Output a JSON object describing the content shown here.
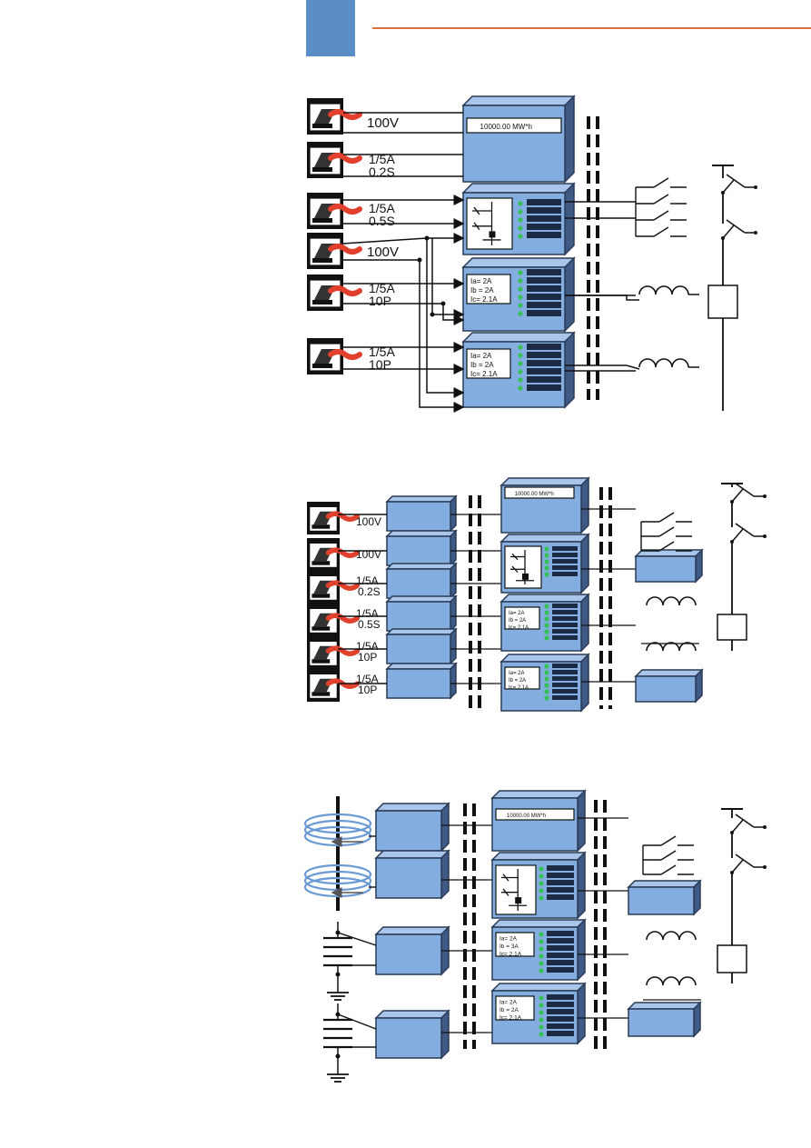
{
  "header": {
    "accent_color": "#5b8ec7",
    "rule_color": "#e0703c"
  },
  "colors": {
    "box_fill": "#84aee0",
    "box_stroke": "#2a3b57",
    "box_side": "#3e5a85",
    "led": "#36c05a",
    "transformer_red": "#e0402c",
    "coil_blue": "#6a9ad6"
  },
  "labels": {
    "meter_reading": "10000.00 MW*h",
    "voltage": "100V",
    "current": "1/5A",
    "class_02s": "0.2S",
    "class_05s": "0.5S",
    "class_10p": "10P",
    "ia": "Ia= 2A",
    "ib": "Ib = 2A",
    "ib_alt": "Ib = 3A",
    "ic": "Ic= 2.1A"
  },
  "diagrams": [
    {
      "name": "conventional-secondary-wiring"
    },
    {
      "name": "merging-unit-process-bus"
    },
    {
      "name": "non-conventional-instrument-transformers"
    }
  ]
}
